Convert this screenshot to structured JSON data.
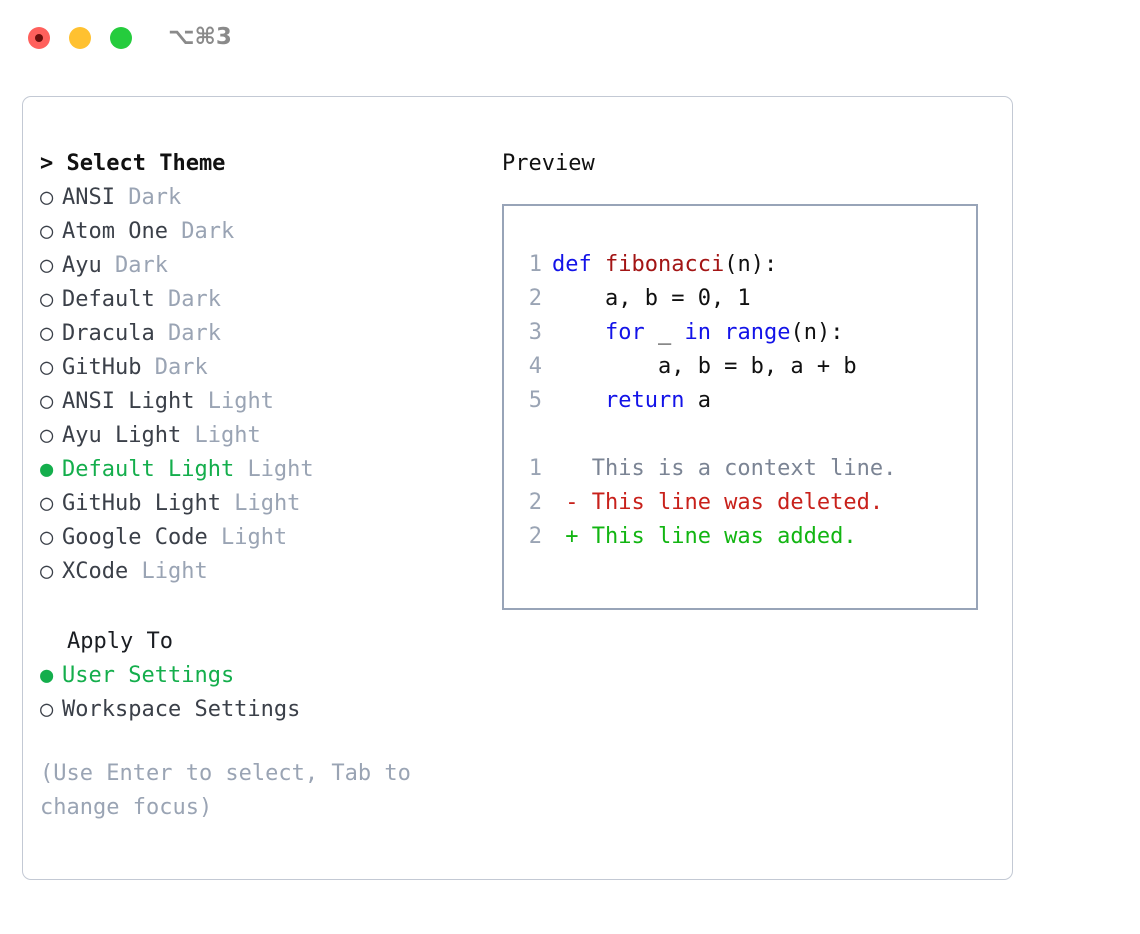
{
  "titlebar": {
    "shortcut": "⌥⌘3",
    "lights": [
      "close-red",
      "minimize-yellow",
      "maximize-green"
    ]
  },
  "theme_list": {
    "header": "> Select Theme",
    "items": [
      {
        "bullet": "○",
        "name": "ANSI",
        "kind": "Dark",
        "selected": false
      },
      {
        "bullet": "○",
        "name": "Atom One",
        "kind": "Dark",
        "selected": false
      },
      {
        "bullet": "○",
        "name": "Ayu",
        "kind": "Dark",
        "selected": false
      },
      {
        "bullet": "○",
        "name": "Default",
        "kind": "Dark",
        "selected": false
      },
      {
        "bullet": "○",
        "name": "Dracula",
        "kind": "Dark",
        "selected": false
      },
      {
        "bullet": "○",
        "name": "GitHub",
        "kind": "Dark",
        "selected": false
      },
      {
        "bullet": "○",
        "name": "ANSI Light",
        "kind": "Light",
        "selected": false
      },
      {
        "bullet": "○",
        "name": "Ayu Light",
        "kind": "Light",
        "selected": false
      },
      {
        "bullet": "●",
        "name": "Default Light",
        "kind": "Light",
        "selected": true
      },
      {
        "bullet": "○",
        "name": "GitHub Light",
        "kind": "Light",
        "selected": false
      },
      {
        "bullet": "○",
        "name": "Google Code",
        "kind": "Light",
        "selected": false
      },
      {
        "bullet": "○",
        "name": "XCode",
        "kind": "Light",
        "selected": false
      }
    ]
  },
  "apply_to": {
    "header": "Apply To",
    "items": [
      {
        "bullet": "●",
        "name": "User Settings",
        "selected": true
      },
      {
        "bullet": "○",
        "name": "Workspace Settings",
        "selected": false
      }
    ]
  },
  "hint": "(Use Enter to select, Tab to change focus)",
  "preview": {
    "title": "Preview",
    "code_lines": [
      {
        "num": "1",
        "tokens": [
          {
            "t": "def ",
            "c": "kw"
          },
          {
            "t": "fibonacci",
            "c": "fn"
          },
          {
            "t": "(n):",
            "c": "plain"
          }
        ]
      },
      {
        "num": "2",
        "tokens": [
          {
            "t": "    a, b = 0, 1",
            "c": "plain"
          }
        ]
      },
      {
        "num": "3",
        "tokens": [
          {
            "t": "    ",
            "c": "plain"
          },
          {
            "t": "for",
            "c": "kw"
          },
          {
            "t": " _ ",
            "c": "plain"
          },
          {
            "t": "in",
            "c": "kw"
          },
          {
            "t": " ",
            "c": "plain"
          },
          {
            "t": "range",
            "c": "kw"
          },
          {
            "t": "(n):",
            "c": "plain"
          }
        ]
      },
      {
        "num": "4",
        "tokens": [
          {
            "t": "        a, b = b, a + b",
            "c": "plain"
          }
        ]
      },
      {
        "num": "5",
        "tokens": [
          {
            "t": "    ",
            "c": "plain"
          },
          {
            "t": "return",
            "c": "kw"
          },
          {
            "t": " a",
            "c": "plain"
          }
        ]
      }
    ],
    "diff_lines": [
      {
        "num": "1",
        "tokens": [
          {
            "t": "   This is a context line.",
            "c": "ctx"
          }
        ]
      },
      {
        "num": "2",
        "tokens": [
          {
            "t": " - This line was deleted.",
            "c": "del"
          }
        ]
      },
      {
        "num": "2",
        "tokens": [
          {
            "t": " + This line was added.",
            "c": "add"
          }
        ]
      }
    ]
  },
  "colors": {
    "selected_green": "#14ae4c",
    "muted_gray": "#9aa4b4",
    "keyword_blue": "#1313e8",
    "function_red": "#a31515",
    "diff_delete": "#c8211b",
    "diff_add": "#12b512",
    "panel_border": "#c3c9d4",
    "preview_border": "#98a4b8"
  }
}
